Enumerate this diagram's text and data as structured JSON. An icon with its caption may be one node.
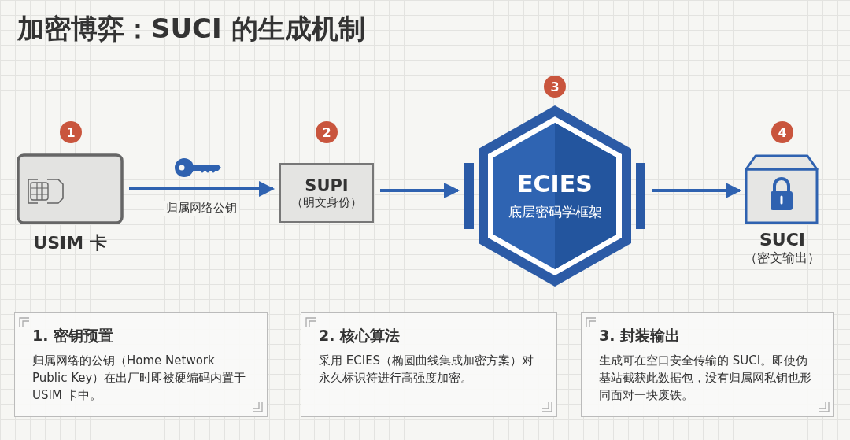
{
  "diagram": {
    "title": "加密博弈：SUCI 的生成机制",
    "nodes": [
      {
        "text": [
          "USIM 卡"
        ],
        "beside": [
          "1"
        ]
      },
      {
        "text": [
          "SUPI",
          "（明文身份）"
        ],
        "beside": [
          "2"
        ]
      },
      {
        "text": [
          "ECIES",
          "底层密码学框架"
        ],
        "beside": [
          "3"
        ]
      },
      {
        "text": [
          "SUCI",
          "（密文输出）"
        ],
        "beside": [
          "4"
        ]
      },
      {
        "text": [
          "1. 密钥预置",
          "归属网络的公钥（Home Network Public Key）在出厂时即被硬编码内置于 USIM 卡中。"
        ]
      },
      {
        "text": [
          "2. 核心算法",
          "采用 ECIES（椭圆曲线集成加密方案）对永久标识符进行高强度加密。"
        ]
      },
      {
        "text": [
          "3. 封装输出",
          "生成可在空口安全传输的 SUCI。即使伪基站截获此数据包，没有归属网私钥也形同面对一块废铁。"
        ]
      }
    ],
    "edges": [
      {
        "from": 0,
        "to": 1,
        "arrow": "to",
        "label": "归属网络公钥"
      },
      {
        "from": 1,
        "to": 2,
        "arrow": "to"
      },
      {
        "from": 2,
        "to": 3,
        "arrow": "to"
      }
    ]
  }
}
